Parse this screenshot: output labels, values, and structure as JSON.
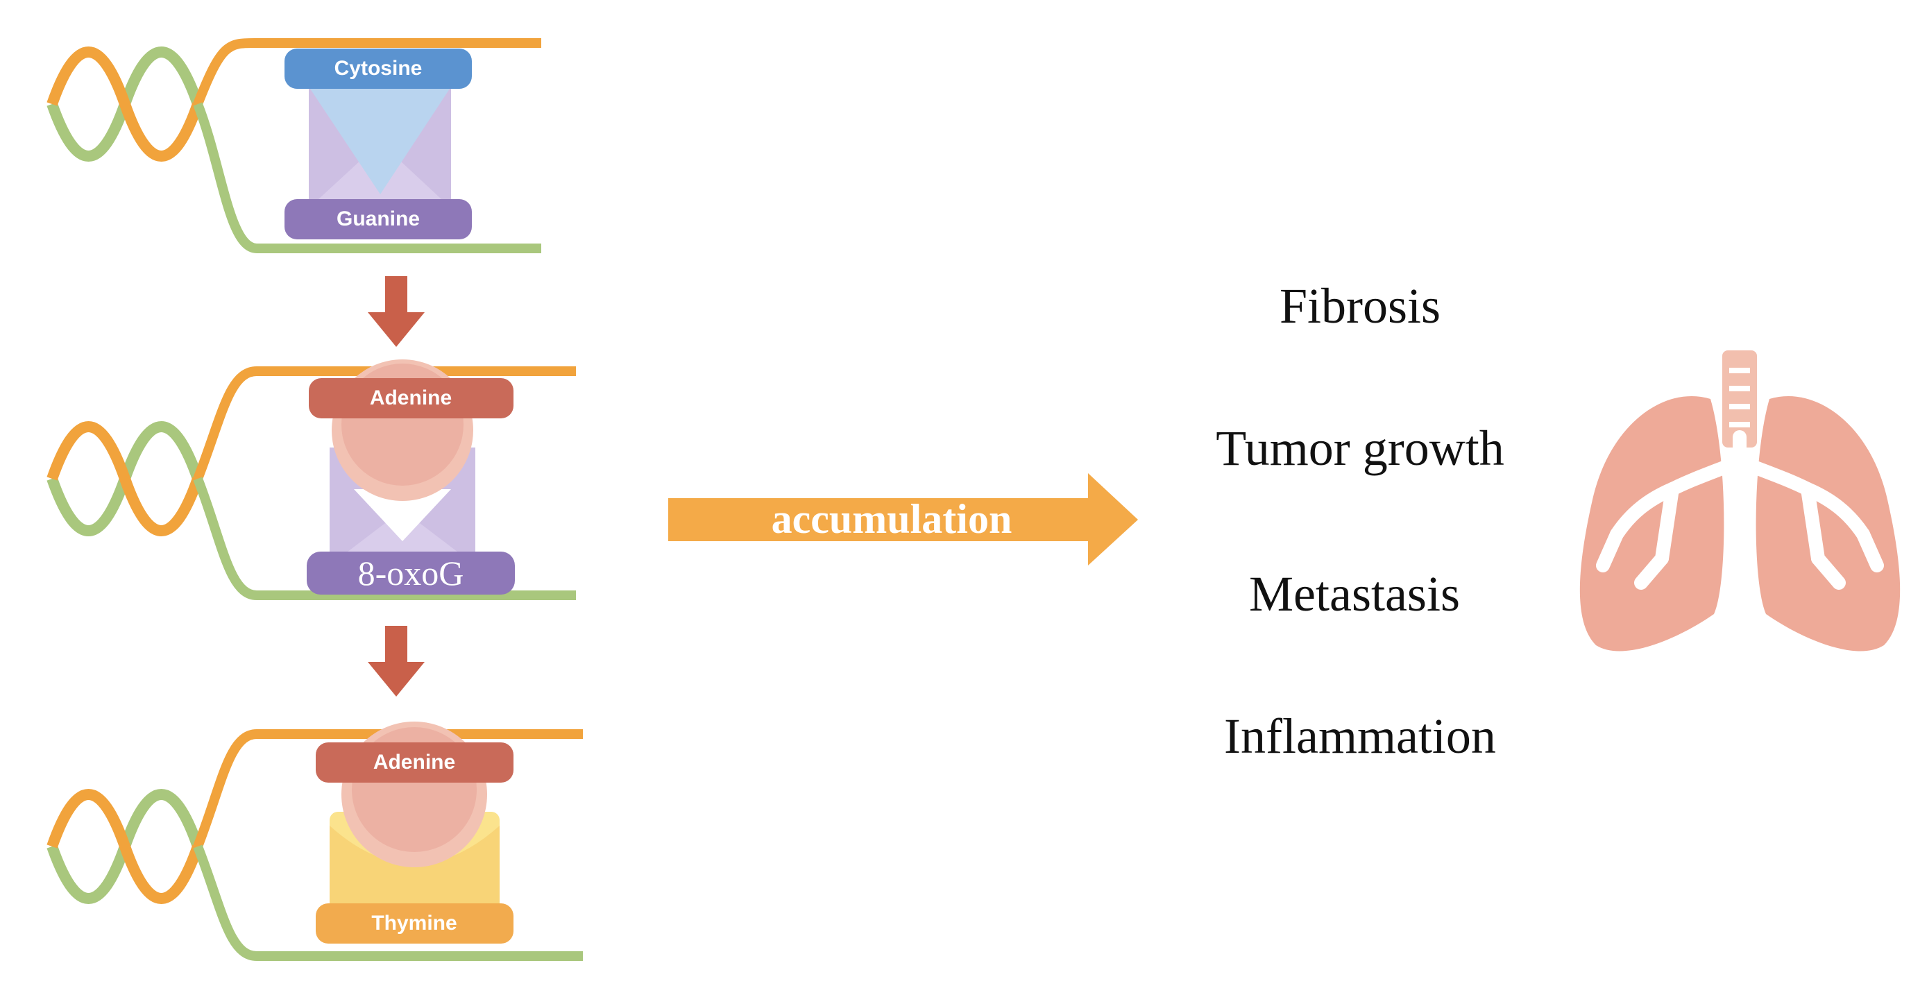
{
  "panels": [
    {
      "top_base": "Cytosine",
      "bottom_base": "Guanine",
      "top_color": "#5b93d0",
      "bottom_color": "#8e78b8",
      "fill_color": "#b9d4ef",
      "bottom_style": "sans"
    },
    {
      "top_base": "Adenine",
      "bottom_base": "8-oxoG",
      "top_color": "#c96a59",
      "bottom_color": "#8e78b8",
      "fill_color": "#ecb1a3",
      "bottom_style": "serif"
    },
    {
      "top_base": "Adenine",
      "bottom_base": "Thymine",
      "top_color": "#c96a59",
      "bottom_color": "#f2ab4e",
      "fill_color": "#ecb1a3",
      "bottom_style": "sans"
    }
  ],
  "accumulation_arrow": {
    "label": "accumulation",
    "color": "#f4aa48"
  },
  "outcomes": [
    "Fibrosis",
    "Tumor growth",
    "Metastasis",
    "Inflammation"
  ],
  "colors": {
    "strand_orange": "#f1a33c",
    "strand_green": "#a9c77d",
    "down_arrow": "#c9604a",
    "lung": "#eeaa98",
    "trachea": "#f2bfae"
  },
  "icons": {
    "lung": "lungs-icon",
    "down_arrow": "arrow-down-icon",
    "helix": "dna-helix-icon"
  }
}
